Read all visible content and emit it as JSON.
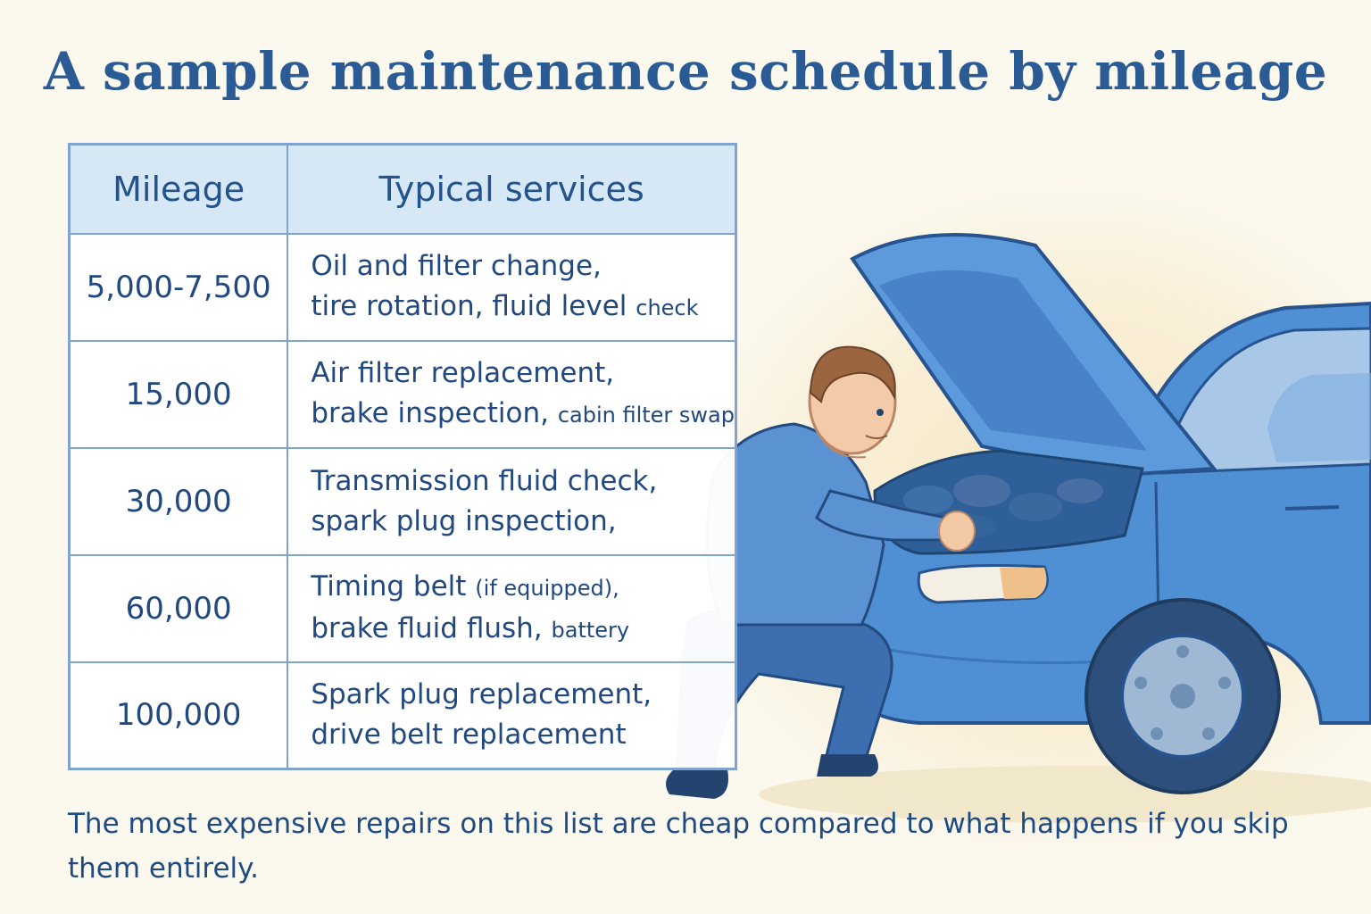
{
  "title": "A sample maintenance schedule by mileage",
  "table": {
    "headers": [
      "Mileage",
      "Typical services"
    ],
    "rows": [
      {
        "mileage": "5,000-7,500",
        "line1": "Oil and filter change,",
        "line2_main": "tire rotation, fluid level",
        "line2_small": "check"
      },
      {
        "mileage": "15,000",
        "line1": "Air filter replacement,",
        "line2_main": "brake inspection,",
        "line2_small": "cabin filter swap"
      },
      {
        "mileage": "30,000",
        "line1": "Transmission fluid check,",
        "line2_main": "spark plug inspection,",
        "line2_small": ""
      },
      {
        "mileage": "60,000",
        "line1_main": "Timing belt",
        "line1_small": "(if equipped),",
        "line2_main": "brake fluid flush,",
        "line2_small": "battery"
      },
      {
        "mileage": "100,000",
        "line1": "Spark plug replacement,",
        "line2_main": "drive belt replacement",
        "line2_small": ""
      }
    ]
  },
  "footer": "The most expensive repairs on this list are cheap compared to what happens if you skip them entirely.",
  "colors": {
    "background": "#fbf8ee",
    "text": "#22508a",
    "header_fill": "#d6e8f6",
    "grid": "#7ea4cf",
    "car": "#4f8fd3"
  },
  "illustration": {
    "subject": "mechanic inspecting the engine of a blue car with the hood open",
    "icons": [
      "mechanic-figure",
      "car-illustration"
    ]
  }
}
